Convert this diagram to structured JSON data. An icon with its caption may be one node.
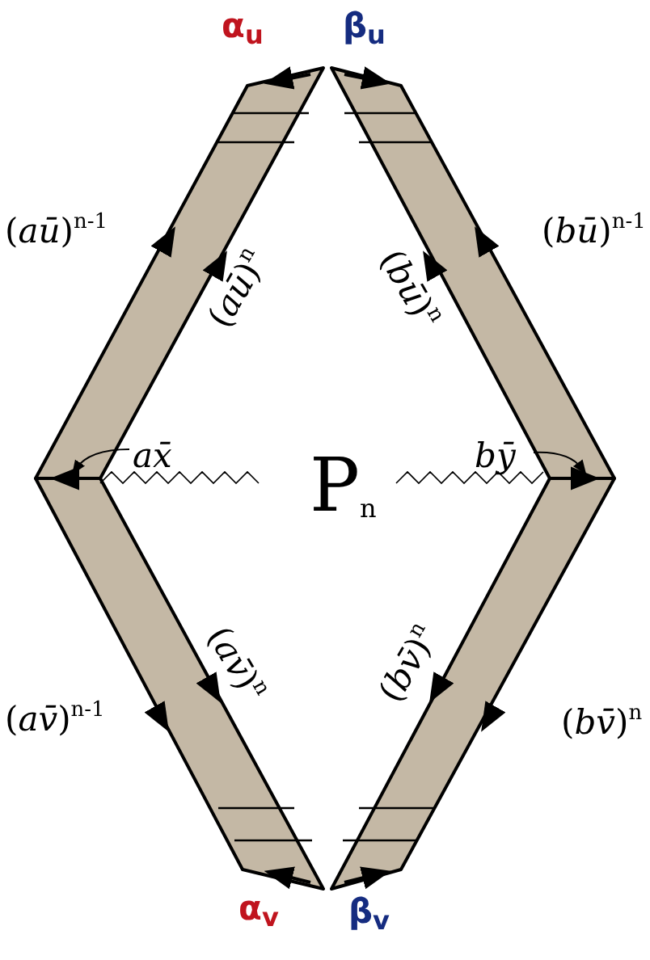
{
  "diagram": {
    "labels": [
      "α$_{u}$",
      "β$_{u}$",
      "(*aū*)$^{n-1}$",
      "(*aū*)$^{n}$",
      "(*bū*)$^{n}$",
      "(*bū*)$^{n-1}$",
      "*ax̄*",
      "P$_{n}$",
      "*bȳ*",
      "(*av̄*)$^{n}$",
      "(*bv̄*)$^{n}$",
      "(*av̄*)$^{n-1}$",
      "(*bv̄*)$^{n}$",
      "α$_{v}$",
      "β$_{v}$"
    ]
  }
}
